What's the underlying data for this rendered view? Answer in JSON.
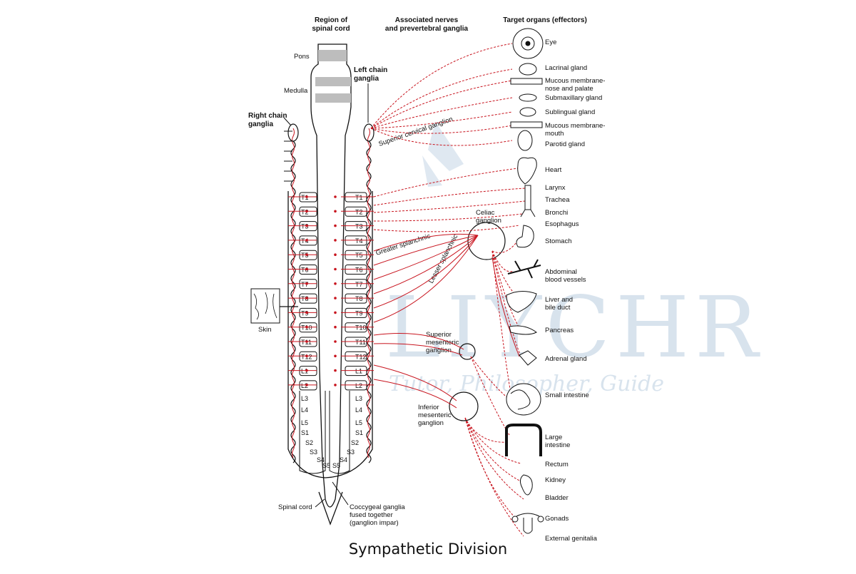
{
  "headers": {
    "region": [
      "Region of",
      "spinal cord"
    ],
    "nerves": [
      "Associated nerves",
      "and prevertebral ganglia"
    ],
    "targets": "Target organs (effectors)"
  },
  "cord_labels": {
    "pons": "Pons",
    "medulla": "Medulla",
    "right_chain": [
      "Right chain",
      "ganglia"
    ],
    "left_chain": [
      "Left chain",
      "ganglia"
    ],
    "skin": "Skin",
    "spinal_cord": "Spinal cord",
    "coccygeal": [
      "Coccygeal ganglia",
      "fused together",
      "(ganglion impar)"
    ]
  },
  "segments_thoracolumbar": [
    "T1",
    "T2",
    "T3",
    "T4",
    "T5",
    "T6",
    "T7",
    "T8",
    "T9",
    "T10",
    "T11",
    "T12",
    "L1",
    "L2"
  ],
  "segments_lower_left": [
    "L3",
    "L4",
    "L5",
    "S1",
    "S2",
    "S3",
    "S4",
    "S5"
  ],
  "segments_lower_right": [
    "L3",
    "L4",
    "L5",
    "S1",
    "S2",
    "S3",
    "S4",
    "S5"
  ],
  "nerve_labels": {
    "superior_cervical": "Superior cervical ganglion",
    "greater_splanchnic": "Greater splanchnic",
    "lesser_splanchnic": "Lesser splanchnic",
    "celiac": [
      "Celiac",
      "ganglion"
    ],
    "superior_mesenteric": [
      "Superior",
      "mesenteric",
      "ganglion"
    ],
    "inferior_mesenteric": [
      "Inferior",
      "mesenteric",
      "ganglion"
    ]
  },
  "organs": [
    [
      "Eye"
    ],
    [
      "Lacrinal gland"
    ],
    [
      "Mucous membrane-",
      "nose and palate"
    ],
    [
      "Submaxillary gland"
    ],
    [
      "Sublingual gland"
    ],
    [
      "Mucous membrane-",
      "mouth"
    ],
    [
      "Parotid gland"
    ],
    [
      "Heart"
    ],
    [
      "Larynx"
    ],
    [
      "Trachea"
    ],
    [
      "Bronchi"
    ],
    [
      "Esophagus"
    ],
    [
      "Stomach"
    ],
    [
      "Abdominal",
      "blood vessels"
    ],
    [
      "Liver and",
      "bile duct"
    ],
    [
      "Pancreas"
    ],
    [
      "Adrenal gland"
    ],
    [
      "Small intestine"
    ],
    [
      "Large",
      "intestine"
    ],
    [
      "Rectum"
    ],
    [
      "Kidney"
    ],
    [
      "Bladder"
    ],
    [
      "Gonads"
    ],
    [
      "External genitalia"
    ]
  ],
  "watermark": {
    "main": "LIYCHR",
    "sub": "Tutor, Philosopher, Guide"
  },
  "caption": "Sympathetic Division",
  "colors": {
    "nerve_red": "#c8141e",
    "outline": "#111111",
    "gray_band": "#bdbdbd",
    "watermark": "#b9cde0"
  }
}
